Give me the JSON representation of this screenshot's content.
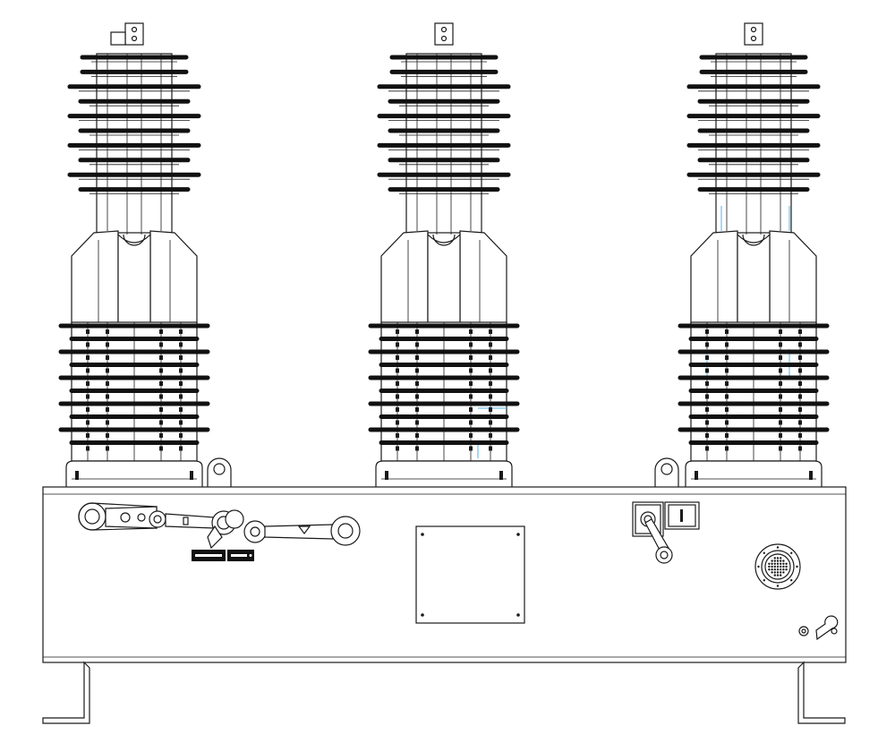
{
  "drawing": {
    "subject": "",
    "line_color": "#1a1a1a",
    "accent_color": "#4fb3e8",
    "background": "#ffffff"
  },
  "poles": [
    {
      "id": "pole-left"
    },
    {
      "id": "pole-center"
    },
    {
      "id": "pole-right"
    }
  ],
  "upper_shed_count": 10,
  "lower_shed_count": 10,
  "icons": {
    "lifting_lug": "lifting-lug-icon",
    "connector": "multi-pin-connector-icon",
    "ground": "ground-terminal-icon",
    "handle": "manual-operating-handle-icon"
  }
}
